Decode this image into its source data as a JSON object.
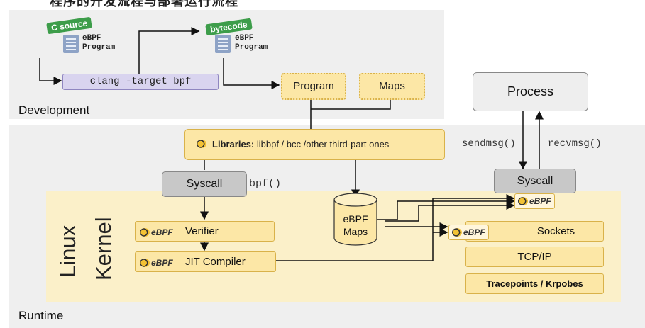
{
  "header_fragment": "程序的开发流程与部署运行流程",
  "sections": {
    "development": "Development",
    "runtime": "Runtime"
  },
  "dev": {
    "c_source_tag": "C source",
    "bytecode_tag": "bytecode",
    "program_label_line1": "eBPF",
    "program_label_line2": "Program",
    "compiler_command": "clang -target bpf",
    "program_box": "Program",
    "maps_box": "Maps"
  },
  "process_box": "Process",
  "libraries": {
    "bold": "Libraries:",
    "rest": " libbpf / bcc /other third-part ones"
  },
  "syscall_label": "Syscall",
  "bpf_call": "bpf()",
  "sendmsg": "sendmsg()",
  "recvmsg": "recvmsg()",
  "kernel_label_line1": "Linux",
  "kernel_label_line2": "Kernel",
  "ebpf_logo_text": "eBPF",
  "verifier": "Verifier",
  "jit": "JIT Compiler",
  "maps_cylinder_line1": "eBPF",
  "maps_cylinder_line2": "Maps",
  "sockets": "Sockets",
  "tcpip": "TCP/IP",
  "tracepoints": "Tracepoints / Krpobes"
}
